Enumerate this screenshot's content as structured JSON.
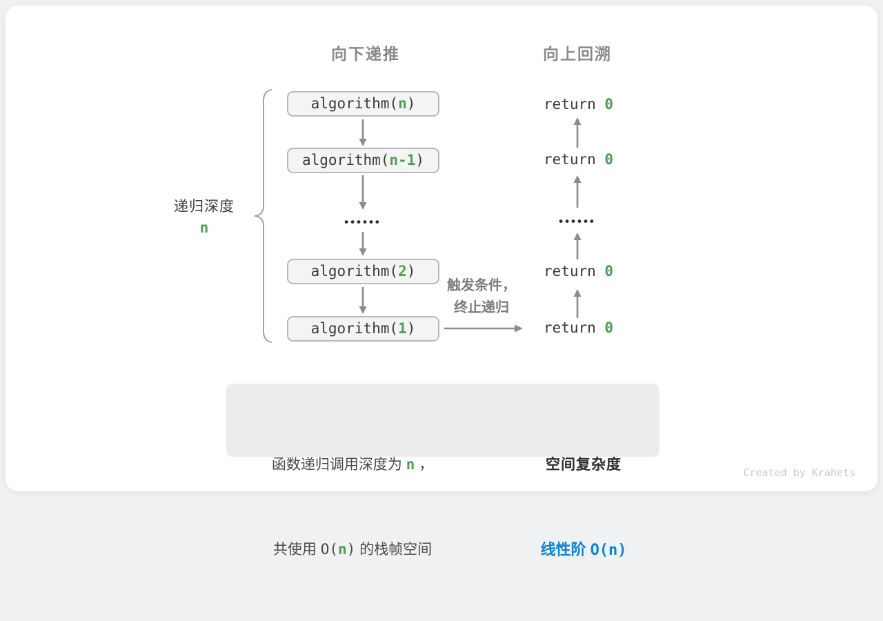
{
  "headers": {
    "down": "向下递推",
    "up": "向上回溯"
  },
  "depth_label": {
    "text": "递归深度",
    "var": "n"
  },
  "call_stack": {
    "boxes": [
      {
        "pre": "algorithm(",
        "arg": "n",
        "post": ")"
      },
      {
        "pre": "algorithm(",
        "arg": "n-1",
        "post": ")"
      },
      {
        "pre": "algorithm(",
        "arg": "2",
        "post": ")"
      },
      {
        "pre": "algorithm(",
        "arg": "1",
        "post": ")"
      }
    ],
    "ellipsis": "••••••"
  },
  "returns": {
    "rows": [
      {
        "pre": "return ",
        "val": "0"
      },
      {
        "pre": "return ",
        "val": "0"
      },
      {
        "pre": "return ",
        "val": "0"
      },
      {
        "pre": "return ",
        "val": "0"
      }
    ],
    "ellipsis": "••••••"
  },
  "base_case_note": {
    "line1": "触发条件，",
    "line2": "终止递归"
  },
  "summary": {
    "left_line1_pre": "函数递归调用深度为 ",
    "left_line1_var": "n",
    "left_line1_post": " ，",
    "left_line2_pre": "共使用 ",
    "left_line2_code_open": "O(",
    "left_line2_var": "n",
    "left_line2_code_close": ")",
    "left_line2_post": " 的栈帧空间",
    "right_title": "空间复杂度",
    "right_result_cn": "线性阶 ",
    "right_result_big_o": "O(n)"
  },
  "watermark": "Created by Krahets",
  "colors": {
    "green": "#4d9e54",
    "blue": "#0a84d8",
    "arrow_gray": "#8c8c8c",
    "header_gray": "#8a8a8a",
    "box_fill": "#f4f4f4",
    "box_border": "#b9b9b9",
    "summary_fill": "#ececec",
    "block_arrow": "#c7c7c7"
  }
}
